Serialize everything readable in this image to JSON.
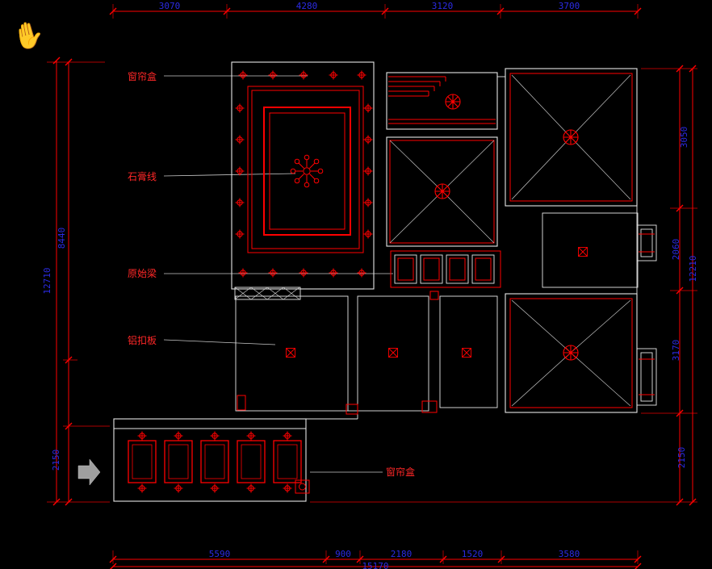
{
  "canvas": {
    "background": "#000000"
  },
  "cursor": {
    "glyph": "✋"
  },
  "colors": {
    "dimension_lines": "#ff0000",
    "dimension_text": "#2b2be4",
    "walls": "#e6e6e6",
    "annotation_text": "#ff2727",
    "tile_grid": "#a8a8a8"
  },
  "annotations": {
    "curtain_box_top": "窗帘盒",
    "plaster_line": "石膏线",
    "original_beam": "原始梁",
    "aluminum_panel": "铝扣板",
    "curtain_box_bottom": "窗帘盒"
  },
  "dimensions": {
    "top": [
      "3070",
      "4280",
      "3120",
      "3700"
    ],
    "bottom": [
      "5590",
      "900",
      "2180",
      "1520",
      "3580"
    ],
    "bottom_overall": "15170",
    "left": {
      "overall": "12710",
      "upper": "8440",
      "lower": "2150"
    },
    "right": {
      "overall": "12210",
      "segments": [
        "3050",
        "2060",
        "3170",
        "2150"
      ]
    }
  }
}
